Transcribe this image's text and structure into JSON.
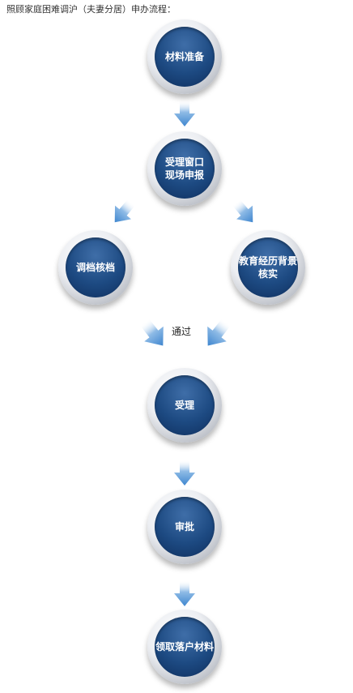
{
  "heading": "照顾家庭困难调沪（夫妻分居）申办流程：",
  "nodes": {
    "materials": [
      "材料准备"
    ],
    "window": [
      "受理窗口",
      "现场申报"
    ],
    "archive": [
      "调档核档"
    ],
    "education": [
      "教育经历背景",
      "核实"
    ],
    "accept": [
      "受理"
    ],
    "approve": [
      "审批"
    ],
    "collect": [
      "领取落户材料"
    ]
  },
  "pass_label": "通过",
  "colors": {
    "node": "#1d4a82",
    "arrow": "#5b9bd5"
  }
}
